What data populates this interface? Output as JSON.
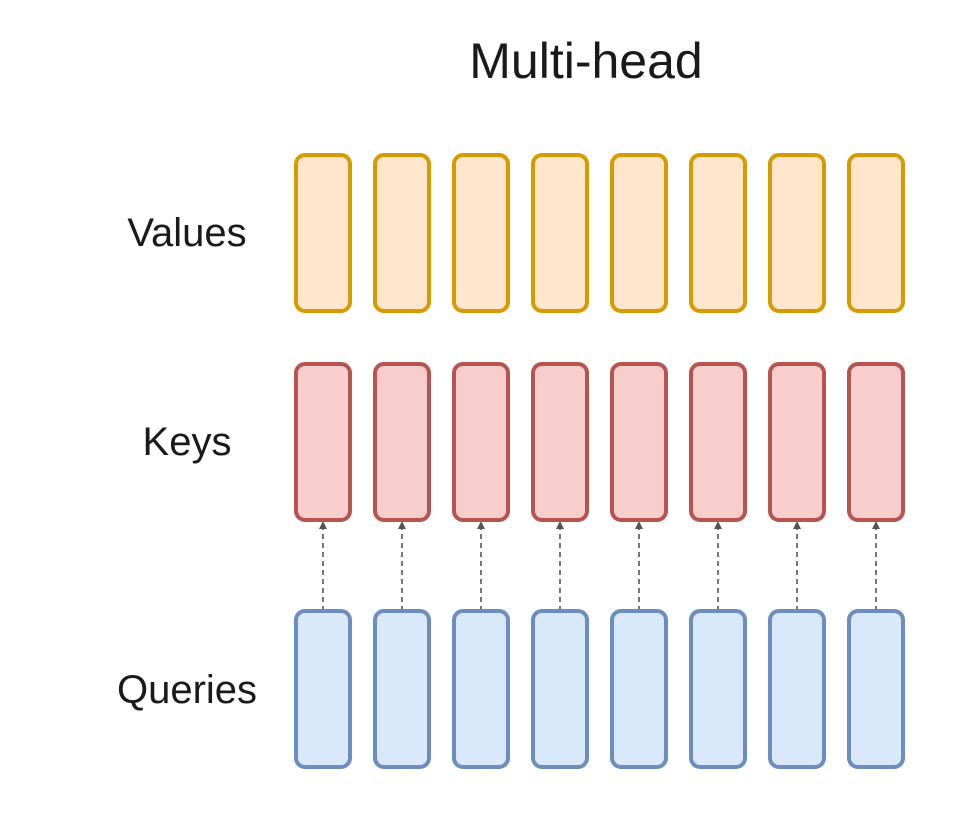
{
  "title": "Multi-head",
  "head_count": 8,
  "rows": [
    {
      "key": "values",
      "label": "Values",
      "fill": "#ffe6cc",
      "stroke": "#d79b00"
    },
    {
      "key": "keys",
      "label": "Keys",
      "fill": "#f8cecc",
      "stroke": "#b85450"
    },
    {
      "key": "queries",
      "label": "Queries",
      "fill": "#dae8fc",
      "stroke": "#6c8ebf"
    }
  ],
  "connector_color": "#555555"
}
